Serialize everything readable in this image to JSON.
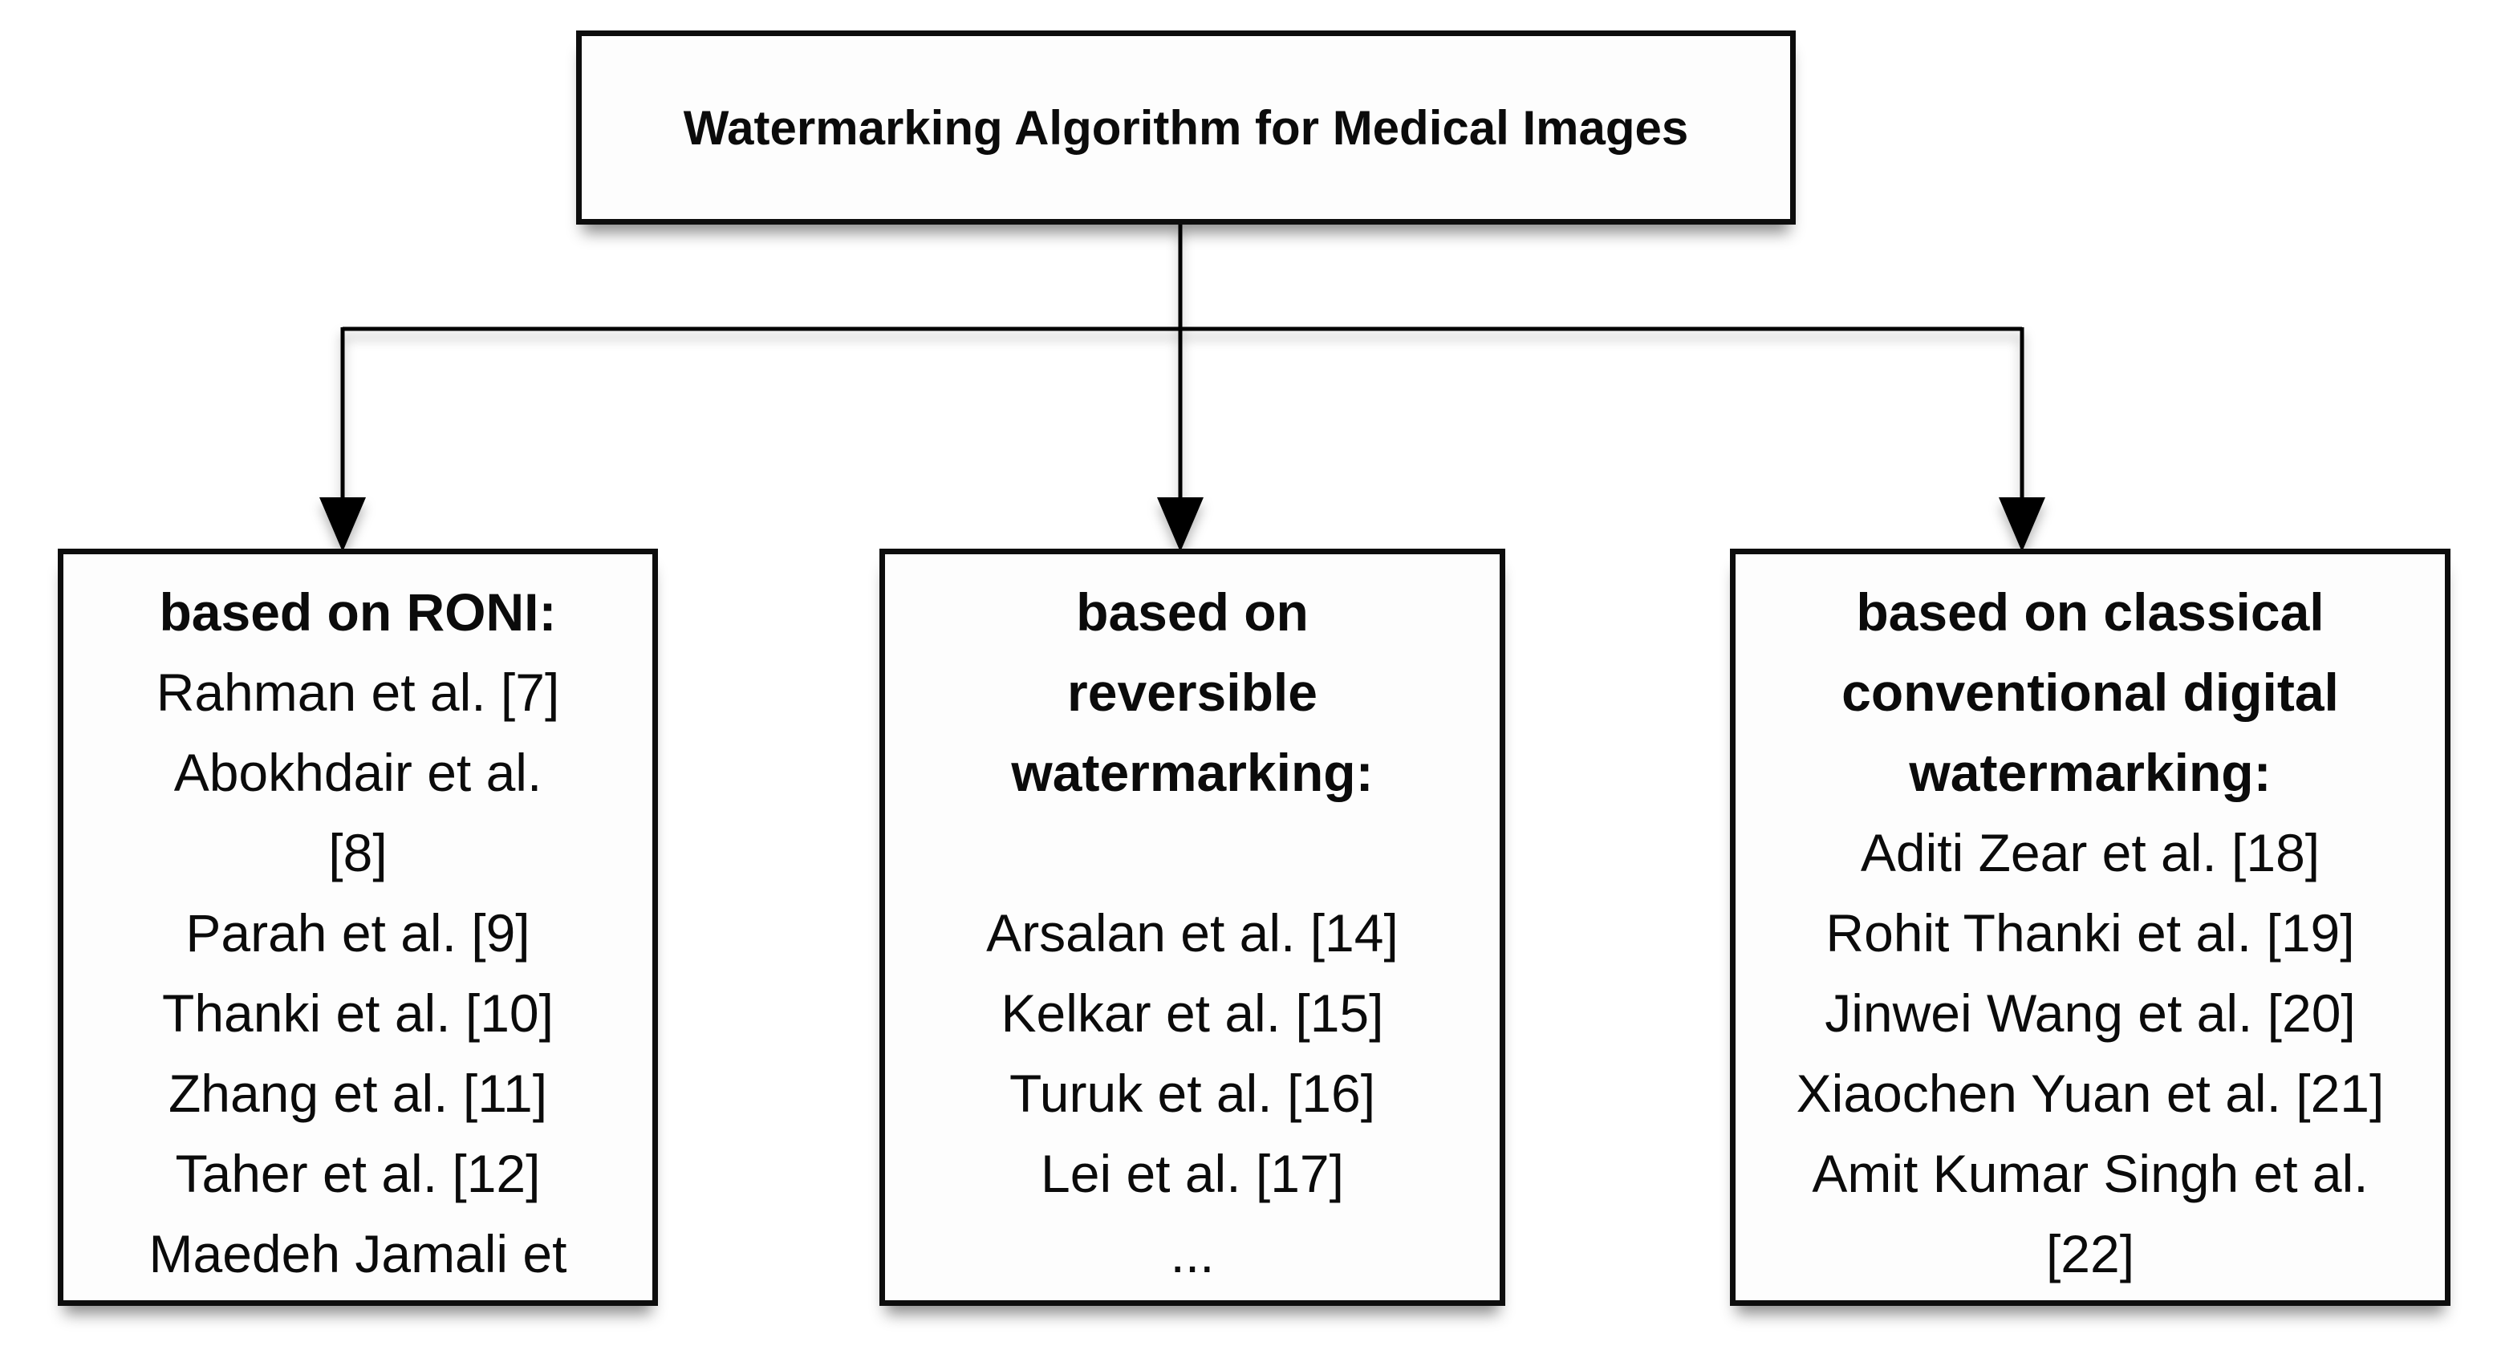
{
  "root": {
    "title": "Watermarking Algorithm for Medical Images"
  },
  "branches": {
    "roni": {
      "lines": [
        "based on RONI:",
        "Rahman et al. [7]",
        "Abokhdair et al.",
        "[8]",
        "Parah et al. [9]",
        "Thanki et al. [10]",
        "Zhang et al. [11]",
        "Taher et al. [12]",
        "Maedeh Jamali et"
      ]
    },
    "reversible": {
      "lines": [
        "based on",
        "reversible",
        "watermarking:",
        "",
        "Arsalan et al. [14]",
        "Kelkar et al. [15]",
        "Turuk et al. [16]",
        "Lei et al. [17]",
        "..."
      ]
    },
    "classical": {
      "lines": [
        "based on classical",
        "conventional digital",
        "watermarking:",
        "Aditi Zear et al. [18]",
        "Rohit Thanki et al. [19]",
        "Jinwei Wang et al. [20]",
        "Xiaochen Yuan et al. [21]",
        "Amit Kumar Singh et al.",
        "[22]"
      ]
    }
  },
  "colors": {
    "background": "#ffffff",
    "box_fill": "#fdfdfd",
    "border": "#0d0d0d",
    "text": "#0b0b0b",
    "connector": "#000000"
  }
}
